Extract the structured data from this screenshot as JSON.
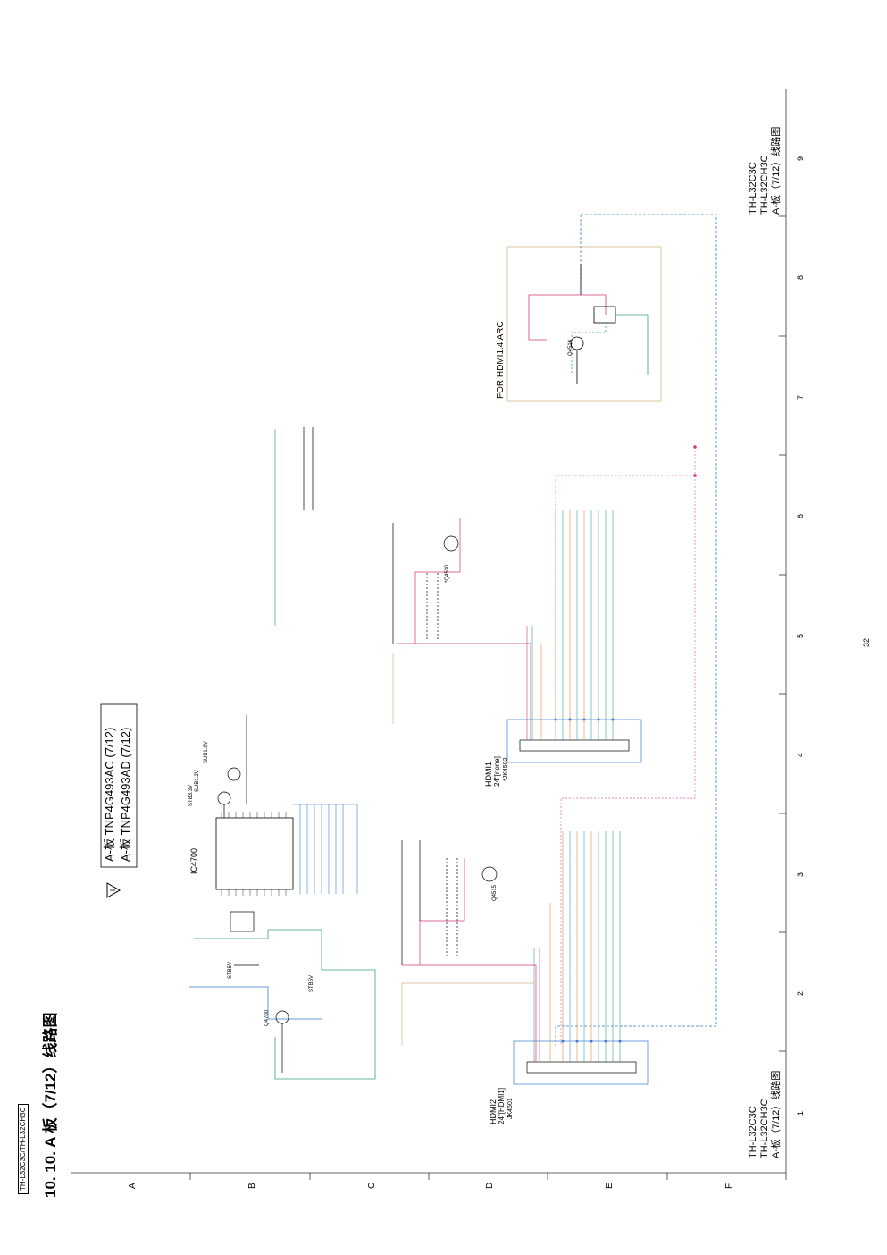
{
  "header": {
    "model_box": "TH-L32C3C/TH-L32CH3C",
    "section_title": "10. 10. A 板（7/12）线路图"
  },
  "warning": {
    "line1": "A-板 TNP4G493AC (7/12)",
    "line2": "A-板 TNP4G493AD (7/12)"
  },
  "title_block_top": {
    "l1": "TH-L32C3C",
    "l2": "TH-L32CH3C",
    "l3": "A-板（7/12）线路图"
  },
  "title_block_bottom": {
    "l1": "TH-L32C3C",
    "l2": "TH-L32CH3C",
    "l3": "A-板（7/12）线路图"
  },
  "page_number": "32",
  "grid": {
    "rows": [
      "A",
      "B",
      "C",
      "D",
      "E",
      "F"
    ],
    "cols": [
      "1",
      "2",
      "3",
      "4",
      "5",
      "6",
      "7",
      "8",
      "9"
    ]
  },
  "labels": {
    "ic4700": "IC4700",
    "hdmi2": "HDMI2",
    "hdmi2_sub": "24\"[HDMI1]",
    "jk4501": "JK4501",
    "hdmi1": "HDMI1",
    "hdmi1_sub": "24\"[none]",
    "jk4502": "*JK4502",
    "arc": "FOR HDMI1.4 ARC",
    "q4515": "Q4515",
    "q4530": "*Q4530",
    "q4516": "Q4516",
    "q4700": "Q4700",
    "stb33v": "STB3.3V",
    "sub12v": "SUB1.2V",
    "sub18v": "SUB1.8V",
    "stb5v_a": "STB5V",
    "stb5v_b": "STB5V"
  },
  "colors": {
    "green": "#3aa07a",
    "blue": "#3a7bd5",
    "magenta": "#d23a7a",
    "orange": "#e08a3a",
    "teal": "#2aa6b0",
    "pink_dash": "#e06aa0",
    "tan": "#d8b48a"
  }
}
